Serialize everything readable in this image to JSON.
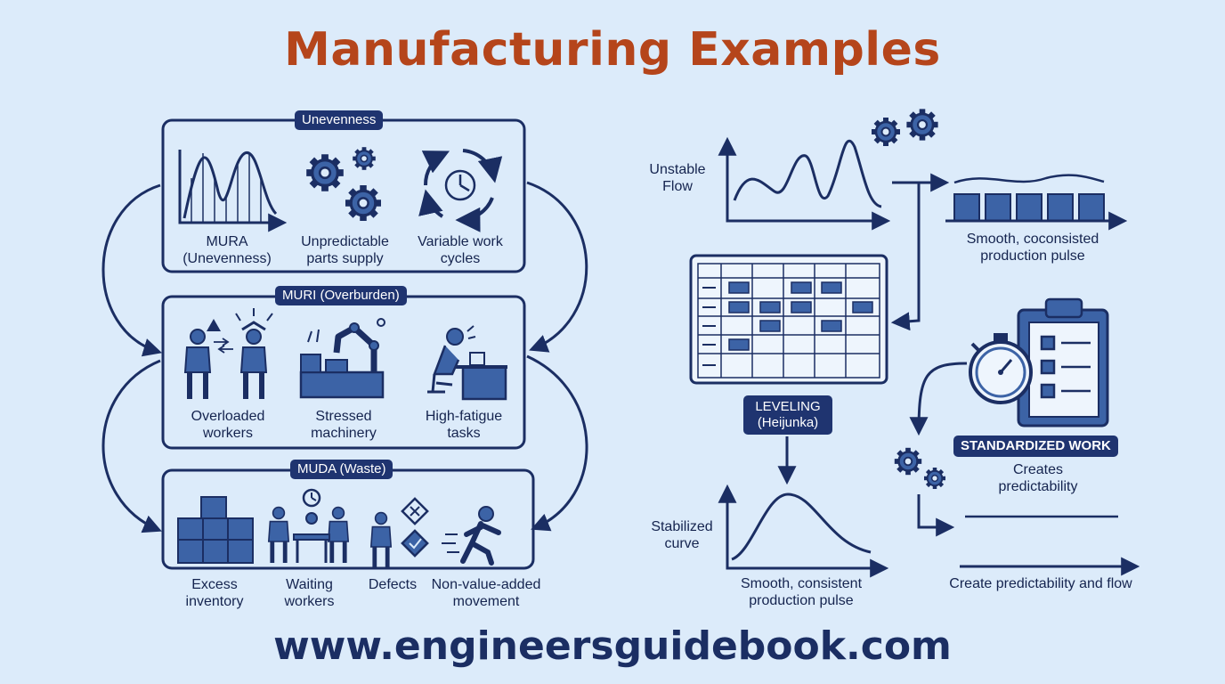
{
  "title": "Manufacturing Examples",
  "footer_url": "www.engineersguidebook.com",
  "colors": {
    "title": "#b5451b",
    "ink": "#1b2e63",
    "fill": "#3c63a6",
    "background": "#dcebfa"
  },
  "left_panel": {
    "mura": {
      "tag": "Unevenness",
      "items": [
        {
          "icon": "wave-chart-icon",
          "label": "MURA (Unevenness)"
        },
        {
          "icon": "gears-icon",
          "label": "Unpredictable parts supply"
        },
        {
          "icon": "cycle-clock-icon",
          "label": "Variable work cycles"
        }
      ]
    },
    "muri": {
      "tag": "MURI (Overburden)",
      "items": [
        {
          "icon": "stressed-workers-icon",
          "label": "Overloaded workers"
        },
        {
          "icon": "robot-arm-icon",
          "label": "Stressed machinery"
        },
        {
          "icon": "tired-desk-worker-icon",
          "label": "High-fatigue tasks"
        }
      ]
    },
    "muda": {
      "tag": "MUDA (Waste)",
      "items": [
        {
          "icon": "boxes-icon",
          "label": "Excess inventory"
        },
        {
          "icon": "waiting-workers-icon",
          "label": "Waiting workers"
        },
        {
          "icon": "defect-icon",
          "label": "Defects"
        },
        {
          "icon": "running-person-icon",
          "label": "Non-value-added movement"
        }
      ]
    }
  },
  "right_panel": {
    "unstable_flow": "Unstable Flow",
    "smooth_pulse_top": "Smooth, coconsisted production pulse",
    "leveling_tag": "LEVELING (Heijunka)",
    "standardized_tag": "STANDARDIZED WORK",
    "creates_predictability": "Creates predictability",
    "stabilized_curve": "Stabilized curve",
    "smooth_pulse_bottom": "Smooth, consistent production pulse",
    "create_flow": "Create predictability and flow"
  }
}
